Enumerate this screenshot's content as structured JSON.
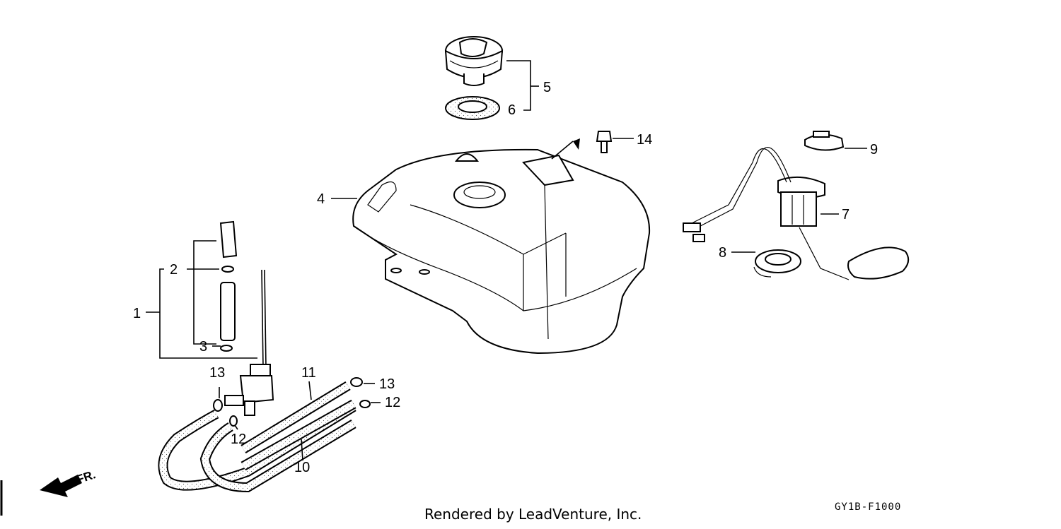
{
  "callouts": {
    "c1": "1",
    "c2": "2",
    "c3": "3",
    "c4": "4",
    "c5": "5",
    "c6": "6",
    "c7": "7",
    "c8": "8",
    "c9": "9",
    "c10": "10",
    "c11": "11",
    "c12a": "12",
    "c12b": "12",
    "c13a": "13",
    "c13b": "13",
    "c14": "14"
  },
  "direction_label": "FR.",
  "footer": {
    "credit": "Rendered by LeadVenture, Inc.",
    "code": "GY1B-F1000"
  }
}
